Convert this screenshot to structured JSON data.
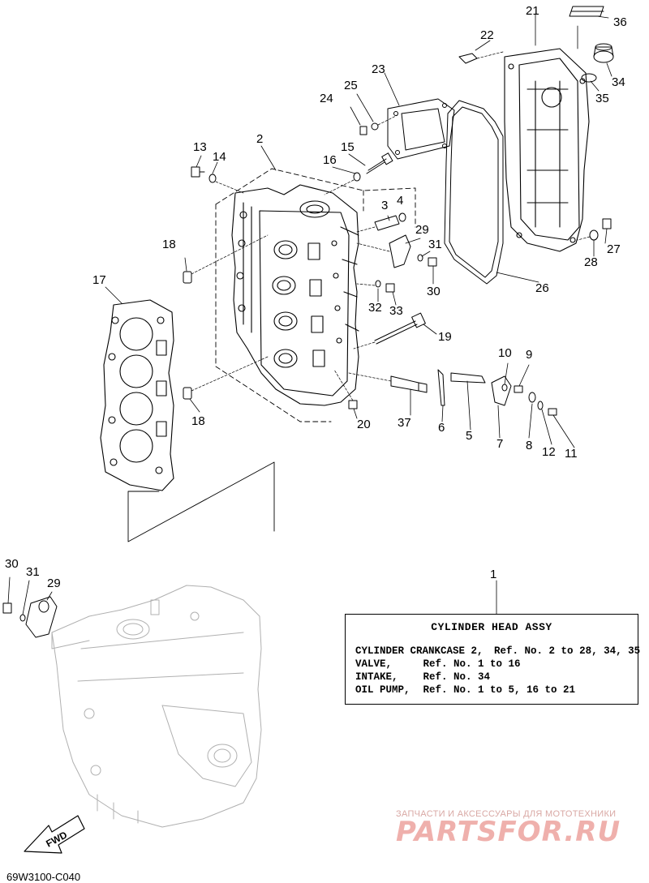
{
  "callouts": [
    {
      "id": "p1",
      "label": "1"
    },
    {
      "id": "p2",
      "label": "2"
    },
    {
      "id": "p3",
      "label": "3"
    },
    {
      "id": "p4",
      "label": "4"
    },
    {
      "id": "p5",
      "label": "5"
    },
    {
      "id": "p6",
      "label": "6"
    },
    {
      "id": "p7",
      "label": "7"
    },
    {
      "id": "p8",
      "label": "8"
    },
    {
      "id": "p9",
      "label": "9"
    },
    {
      "id": "p10",
      "label": "10"
    },
    {
      "id": "p11",
      "label": "11"
    },
    {
      "id": "p12",
      "label": "12"
    },
    {
      "id": "p13",
      "label": "13"
    },
    {
      "id": "p14",
      "label": "14"
    },
    {
      "id": "p15",
      "label": "15"
    },
    {
      "id": "p16",
      "label": "16"
    },
    {
      "id": "p17",
      "label": "17"
    },
    {
      "id": "p18a",
      "label": "18"
    },
    {
      "id": "p18b",
      "label": "18"
    },
    {
      "id": "p19",
      "label": "19"
    },
    {
      "id": "p20",
      "label": "20"
    },
    {
      "id": "p21",
      "label": "21"
    },
    {
      "id": "p22",
      "label": "22"
    },
    {
      "id": "p23",
      "label": "23"
    },
    {
      "id": "p24",
      "label": "24"
    },
    {
      "id": "p25",
      "label": "25"
    },
    {
      "id": "p26",
      "label": "26"
    },
    {
      "id": "p27",
      "label": "27"
    },
    {
      "id": "p28",
      "label": "28"
    },
    {
      "id": "p29a",
      "label": "29"
    },
    {
      "id": "p29b",
      "label": "29"
    },
    {
      "id": "p30a",
      "label": "30"
    },
    {
      "id": "p30b",
      "label": "30"
    },
    {
      "id": "p31a",
      "label": "31"
    },
    {
      "id": "p31b",
      "label": "31"
    },
    {
      "id": "p32",
      "label": "32"
    },
    {
      "id": "p33",
      "label": "33"
    },
    {
      "id": "p34",
      "label": "34"
    },
    {
      "id": "p35",
      "label": "35"
    },
    {
      "id": "p36",
      "label": "36"
    },
    {
      "id": "p37",
      "label": "37"
    }
  ],
  "assy_box": {
    "title": "CYLINDER HEAD ASSY",
    "rows": [
      {
        "label": "CYLINDER CRANKCASE 2,",
        "text": "Ref. No. 2 to 28, 34, 35"
      },
      {
        "label": "VALVE,",
        "text": "Ref. No. 1 to 16"
      },
      {
        "label": "INTAKE,",
        "text": "Ref. No. 34"
      },
      {
        "label": "OIL PUMP,",
        "text": "Ref. No. 1 to 5, 16 to 21"
      }
    ]
  },
  "fwd_label": "FWD",
  "diagram_code": "69W3100-C040",
  "watermark": {
    "subtitle": "ЗАПЧАСТИ И АКСЕССУАРЫ ДЛЯ МОТОТЕХНИКИ",
    "brand": "PARTSFOR.RU",
    "color": "#efb0ac"
  }
}
